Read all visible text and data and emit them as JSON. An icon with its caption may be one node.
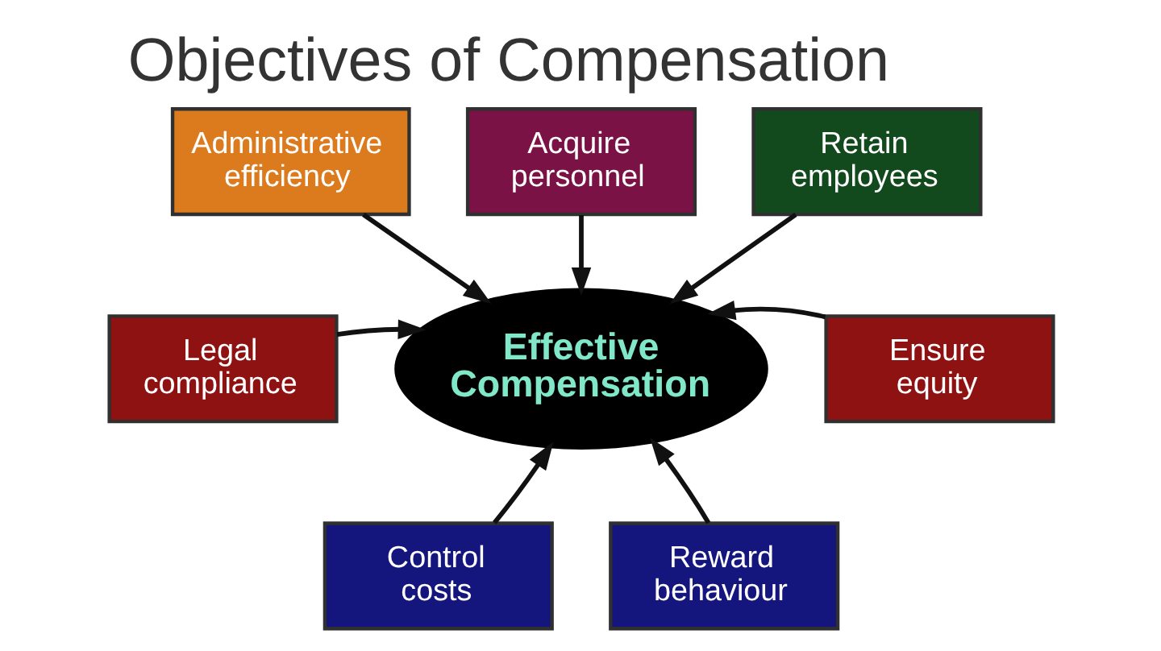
{
  "diagram": {
    "title": "Objectives of Compensation",
    "nodes": [
      {
        "text": [
          "Administrative efficiency"
        ]
      },
      {
        "text": [
          "Acquire personnel"
        ]
      },
      {
        "text": [
          "Retain employees"
        ]
      },
      {
        "text": [
          "Legal compliance"
        ]
      },
      {
        "text": [
          "Effective Compensation"
        ]
      },
      {
        "text": [
          "Ensure equity"
        ]
      },
      {
        "text": [
          "Control costs"
        ]
      },
      {
        "text": [
          "Reward behaviour"
        ]
      }
    ],
    "edges": [
      {
        "from": 0,
        "to": 4,
        "arrow": "to"
      },
      {
        "from": 1,
        "to": 4,
        "arrow": "to"
      },
      {
        "from": 2,
        "to": 4,
        "arrow": "to"
      },
      {
        "from": 3,
        "to": 4,
        "arrow": "to"
      },
      {
        "from": 5,
        "to": 4,
        "arrow": "to"
      },
      {
        "from": 6,
        "to": 4,
        "arrow": "to"
      },
      {
        "from": 7,
        "to": 4,
        "arrow": "to"
      }
    ]
  }
}
